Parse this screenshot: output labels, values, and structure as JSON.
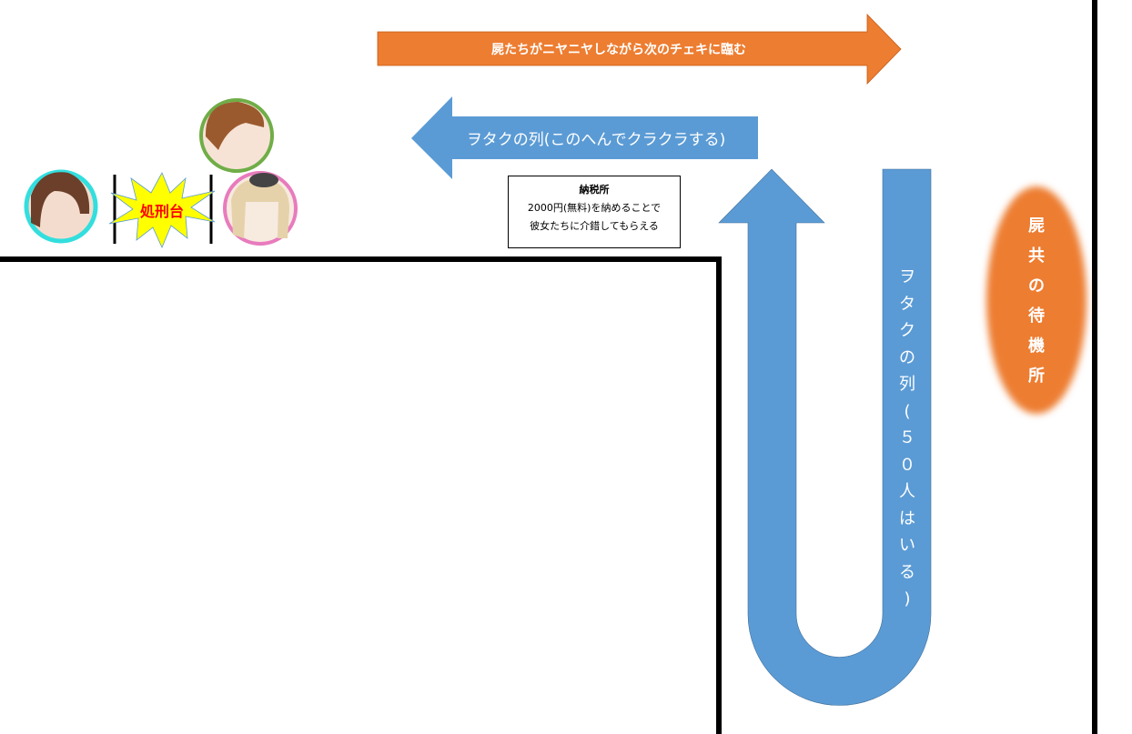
{
  "arrows": {
    "top_orange": "屍たちがニヤニヤしながら次のチェキに臨む",
    "blue_left": "ヲタクの列(このへんでクラクラする)",
    "blue_u_chars": [
      "ヲ",
      "タ",
      "ク",
      "の",
      "列",
      "(",
      "５",
      "０",
      "人",
      "は",
      "い",
      "る",
      ")"
    ]
  },
  "stage": {
    "label": "処刑台"
  },
  "tax_office": {
    "title": "納税所",
    "line1": "2000円(無料)を納めることで",
    "line2": "彼女たちに介錯してもらえる"
  },
  "waiting_area": {
    "chars": [
      "屍",
      "共",
      "の",
      "待",
      "機",
      "所"
    ]
  },
  "colors": {
    "orange": "#ed7d31",
    "blue": "#5b9bd5",
    "star": "#ffff00",
    "stage_text": "#ff0000",
    "cyan": "#33dede",
    "green": "#70ad47",
    "pink": "#e87bbd"
  }
}
